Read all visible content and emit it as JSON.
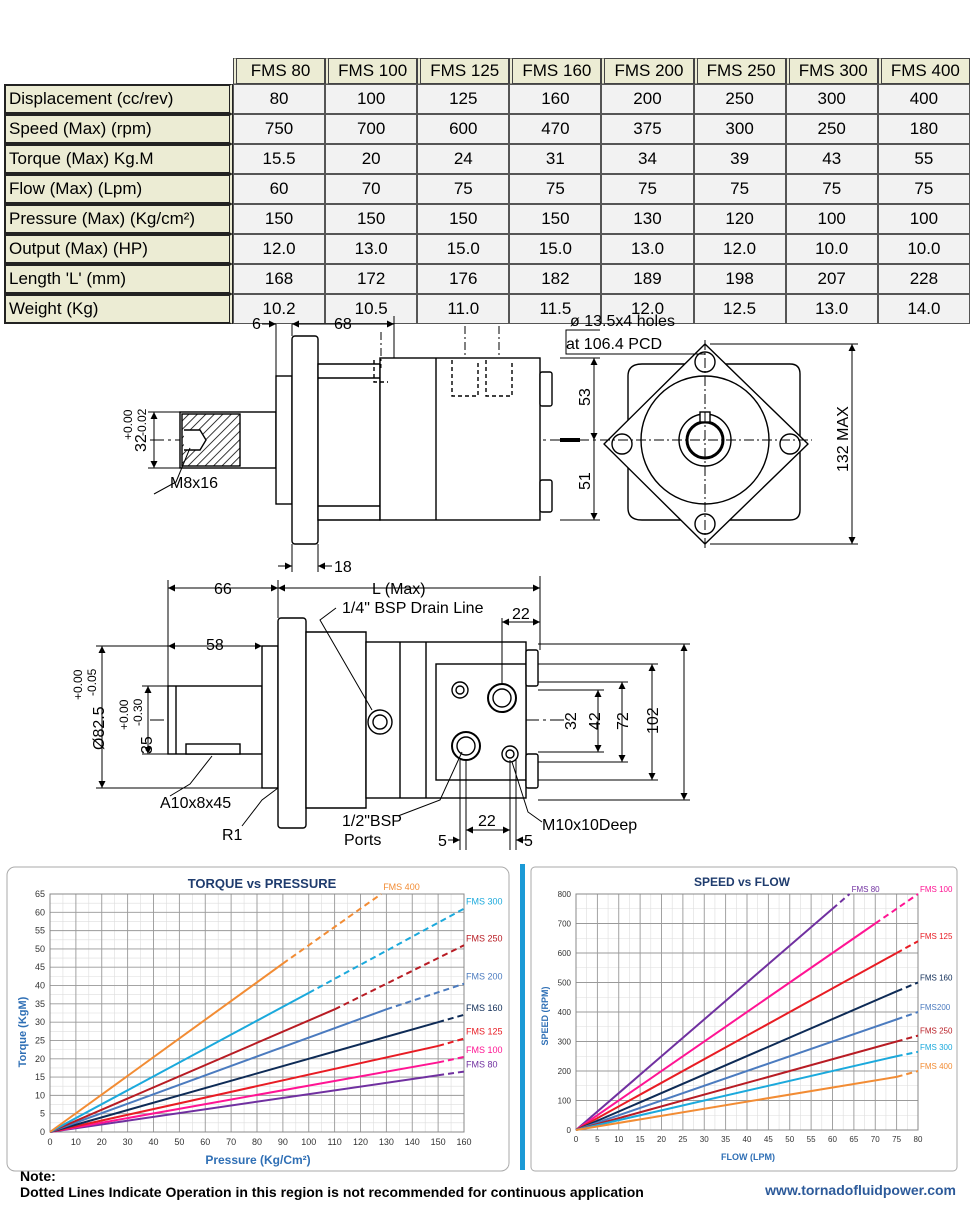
{
  "spec_table": {
    "models": [
      "FMS 80",
      "FMS 100",
      "FMS 125",
      "FMS 160",
      "FMS 200",
      "FMS 250",
      "FMS 300",
      "FMS 400"
    ],
    "rows": [
      {
        "label": "Displacement (cc/rev)",
        "values": [
          "80",
          "100",
          "125",
          "160",
          "200",
          "250",
          "300",
          "400"
        ]
      },
      {
        "label": "Speed (Max) (rpm)",
        "values": [
          "750",
          "700",
          "600",
          "470",
          "375",
          "300",
          "250",
          "180"
        ]
      },
      {
        "label": "Torque (Max) Kg.M",
        "values": [
          "15.5",
          "20",
          "24",
          "31",
          "34",
          "39",
          "43",
          "55"
        ]
      },
      {
        "label": "Flow (Max) (Lpm)",
        "values": [
          "60",
          "70",
          "75",
          "75",
          "75",
          "75",
          "75",
          "75"
        ]
      },
      {
        "label": "Pressure (Max) (Kg/cm²)",
        "values": [
          "150",
          "150",
          "150",
          "150",
          "130",
          "120",
          "100",
          "100"
        ]
      },
      {
        "label": "Output (Max) (HP)",
        "values": [
          "12.0",
          "13.0",
          "15.0",
          "15.0",
          "13.0",
          "12.0",
          "10.0",
          "10.0"
        ]
      },
      {
        "label": "Length 'L' (mm)",
        "values": [
          "168",
          "172",
          "176",
          "182",
          "189",
          "198",
          "207",
          "228"
        ]
      },
      {
        "label": "Weight (Kg)",
        "values": [
          "10.2",
          "10.5",
          "11.0",
          "11.5",
          "12.0",
          "12.5",
          "13.0",
          "14.0"
        ]
      }
    ]
  },
  "drawing_top": {
    "dim_6": "6",
    "dim_68": "68",
    "dim_18": "18",
    "dim_53": "53",
    "dim_51": "51",
    "shaft_dia": "32",
    "shaft_tol_top": "+0.00",
    "shaft_tol_bottom": "-0.02",
    "thread": "M8x16",
    "holes_line1": "ø 13.5x4 holes",
    "holes_line2": "at 106.4 PCD",
    "dim_132": "132 MAX"
  },
  "drawing_bottom": {
    "dim_66": "66",
    "dim_L": "L (Max)",
    "dim_58": "58",
    "dim_22_top": "22",
    "drain": "1/4\" BSP Drain Line",
    "pilot_dia": "Ø82.5",
    "pilot_tol_top": "+0.00",
    "pilot_tol_bottom": "-0.05",
    "shaft_dia": "35",
    "shaft_tol_top": "+0.00",
    "shaft_tol_bottom": "-0.30",
    "key": "A10x8x45",
    "radius": "R1",
    "ports_line1": "1/2\"BSP",
    "ports_line2": "Ports",
    "dim_5_left": "5",
    "dim_22_bottom": "22",
    "dim_5_right": "5",
    "mount": "M10x10Deep",
    "dim_32": "32",
    "dim_42": "42",
    "dim_72": "72",
    "dim_102": "102"
  },
  "chart_data": [
    {
      "type": "line",
      "title": "TORQUE vs PRESSURE",
      "xlabel": "Pressure (Kg/Cm²)",
      "ylabel": "Torque (KgM)",
      "xlim": [
        0,
        160
      ],
      "ylim": [
        0,
        65
      ],
      "xticks": [
        "0",
        "10",
        "20",
        "30",
        "40",
        "50",
        "60",
        "70",
        "80",
        "90",
        "100",
        "110",
        "120",
        "130",
        "140",
        "150",
        "160"
      ],
      "yticks": [
        "0",
        "5",
        "10",
        "15",
        "20",
        "25",
        "30",
        "35",
        "40",
        "45",
        "50",
        "55",
        "60",
        "65"
      ],
      "grid": true,
      "note": "Dotted lines indicate not recommended region",
      "series": [
        {
          "name": "FMS 80",
          "color": "#7030a0",
          "x": [
            0,
            150,
            160
          ],
          "y": [
            0,
            15.5,
            16.5
          ]
        },
        {
          "name": "FMS 100",
          "color": "#ff1493",
          "x": [
            0,
            150,
            160
          ],
          "y": [
            0,
            19,
            20.5
          ]
        },
        {
          "name": "FMS 125",
          "color": "#e81c24",
          "x": [
            0,
            150,
            160
          ],
          "y": [
            0,
            23.5,
            25.5
          ]
        },
        {
          "name": "FMS 160",
          "color": "#0e2b56",
          "x": [
            0,
            150,
            160
          ],
          "y": [
            0,
            30,
            32
          ]
        },
        {
          "name": "FMS 200",
          "color": "#4b7bbf",
          "x": [
            0,
            130,
            160
          ],
          "y": [
            0,
            33.5,
            40.5
          ]
        },
        {
          "name": "FMS 250",
          "color": "#b81c24",
          "x": [
            0,
            110,
            160
          ],
          "y": [
            0,
            33.5,
            51
          ]
        },
        {
          "name": "FMS 300",
          "color": "#1ba9dc",
          "x": [
            0,
            100,
            160
          ],
          "y": [
            0,
            38,
            61
          ]
        },
        {
          "name": "FMS 400",
          "color": "#f28c34",
          "x": [
            0,
            90,
            128
          ],
          "y": [
            0,
            46,
            65
          ]
        }
      ]
    },
    {
      "type": "line",
      "title": "SPEED vs FLOW",
      "xlabel": "FLOW (LPM)",
      "ylabel": "SPEED (RPM)",
      "xlim": [
        0,
        80
      ],
      "ylim": [
        0,
        800
      ],
      "xticks": [
        "0",
        "5",
        "10",
        "15",
        "20",
        "25",
        "30",
        "35",
        "40",
        "45",
        "50",
        "55",
        "60",
        "65",
        "70",
        "75",
        "80"
      ],
      "yticks": [
        "0",
        "100",
        "200",
        "300",
        "400",
        "500",
        "600",
        "700",
        "800"
      ],
      "grid": true,
      "series": [
        {
          "name": "FMS 80",
          "label": "FMS 80",
          "color": "#7030a0",
          "x": [
            0,
            60,
            64
          ],
          "y": [
            0,
            750,
            800
          ]
        },
        {
          "name": "FMS 100",
          "label": "FMS 100",
          "color": "#ff1493",
          "x": [
            0,
            70,
            80
          ],
          "y": [
            0,
            700,
            800
          ]
        },
        {
          "name": "FMS 125",
          "label": "FMS 125",
          "color": "#e81c24",
          "x": [
            0,
            75,
            80
          ],
          "y": [
            0,
            600,
            640
          ]
        },
        {
          "name": "FMS 160",
          "label": "FMS 160",
          "color": "#0e2b56",
          "x": [
            0,
            75,
            80
          ],
          "y": [
            0,
            470,
            500
          ]
        },
        {
          "name": "FMS 200",
          "label": "FMS200",
          "color": "#4b7bbf",
          "x": [
            0,
            75,
            80
          ],
          "y": [
            0,
            375,
            400
          ]
        },
        {
          "name": "FMS 250",
          "label": "FMS 250",
          "color": "#b81c24",
          "x": [
            0,
            75,
            80
          ],
          "y": [
            0,
            300,
            320
          ]
        },
        {
          "name": "FMS 300",
          "label": "FMS 300",
          "color": "#1ba9dc",
          "x": [
            0,
            75,
            80
          ],
          "y": [
            0,
            250,
            265
          ]
        },
        {
          "name": "FMS 400",
          "label": "FMS 400",
          "color": "#f28c34",
          "x": [
            0,
            75,
            80
          ],
          "y": [
            0,
            180,
            200
          ]
        }
      ]
    }
  ],
  "footer": {
    "note_label": "Note:",
    "note_text": "Dotted Lines Indicate Operation in this region is not recommended for continuous application",
    "website": "www.tornadofluidpower.com"
  }
}
